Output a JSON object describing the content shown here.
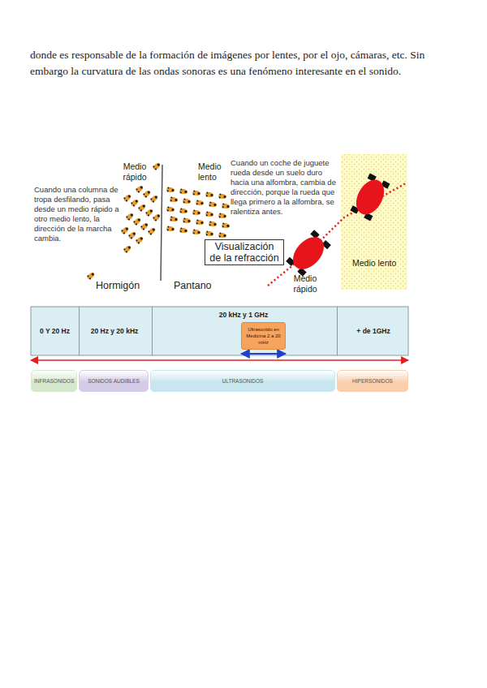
{
  "diagram": {
    "nodes": [
      {
        "text": [
          "Visualización de la refracción"
        ]
      },
      {
        "text": [
          "Medio lento"
        ]
      },
      {
        "text": [
          "0 Y 20 Hz"
        ]
      },
      {
        "text": [
          "20 Hz y 20 kHz"
        ]
      },
      {
        "text": [
          "20 kHz y 1 GHz"
        ]
      },
      {
        "text": [
          "Ultrasonido en Medicina 2 a 20 mHz"
        ],
        "in": 4
      },
      {
        "text": [
          "+ de 1GHz"
        ]
      },
      {
        "text": [
          "INFRASONIDOS"
        ]
      },
      {
        "text": [
          "SONIDOS AUDIBLES"
        ]
      },
      {
        "text": [
          "ULTRASONIDOS"
        ]
      },
      {
        "text": [
          "HIPERSONIDOS"
        ]
      }
    ],
    "labels": [
      "donde es responsable de la formación de imágenes por lentes, por el ojo, cámaras, etc. Sin embargo la curvatura de las ondas sonoras es una fenómeno interesante en el sonido.",
      "Medio rápido",
      "Medio lento",
      "Cuando una columna de tropa desfilando, pasa desde un medio rápido a otro medio lento, la dirección de la marcha cambia.",
      "Hormigón",
      "Pantano",
      "Cuando un coche de juguete rueda desde un suelo duro hacia una alfombra, cambia de dirección, porque la rueda que llega primero a la alfombra, se ralentiza antes.",
      "Medio rápido"
    ]
  }
}
